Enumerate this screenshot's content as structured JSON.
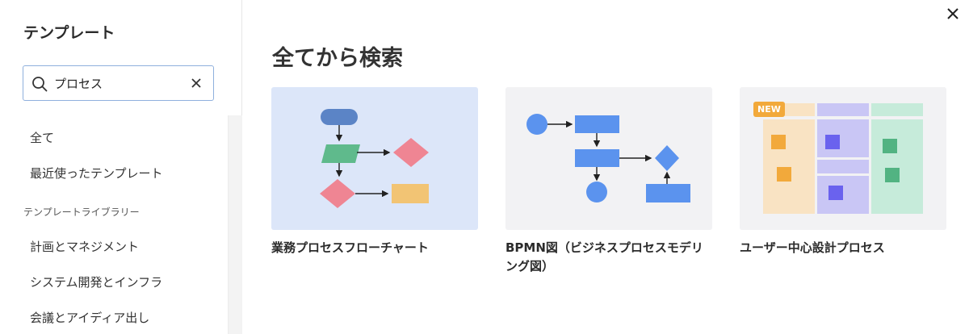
{
  "sidebar": {
    "title": "テンプレート",
    "search": {
      "value": "プロセス",
      "placeholder": ""
    },
    "items": [
      {
        "label": "全て"
      },
      {
        "label": "最近使ったテンプレート"
      }
    ],
    "section_label": "テンプレートライブラリー",
    "library_items": [
      {
        "label": "計画とマネジメント"
      },
      {
        "label": "システム開発とインフラ"
      },
      {
        "label": "会議とアイディア出し"
      }
    ]
  },
  "main": {
    "title": "全てから検索",
    "cards": [
      {
        "title": "業務プロセスフローチャート",
        "thumb_bg": "#dce6f9"
      },
      {
        "title": "BPMN図（ビジネスプロセスモデリング図）",
        "thumb_bg": "#f2f2f4"
      },
      {
        "title": "ユーザー中心設計プロセス",
        "thumb_bg": "#f2f2f4",
        "badge": "NEW"
      }
    ]
  },
  "colors": {
    "accent_blue": "#5b93ee",
    "flow_blue": "#5b84c6",
    "green": "#5fba8c",
    "pink": "#ef8593",
    "orange": "#f2c474",
    "badge": "#f2a93b"
  },
  "icons": {
    "search": "search-icon",
    "clear": "clear-icon",
    "close": "close-icon"
  }
}
